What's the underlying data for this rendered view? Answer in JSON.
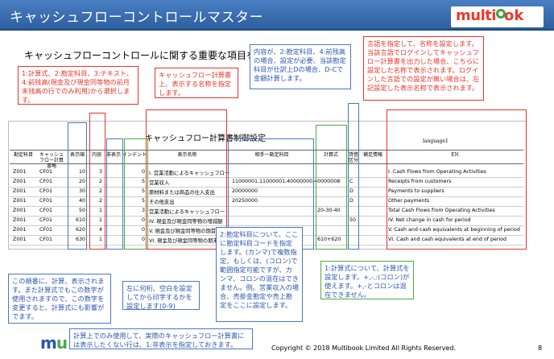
{
  "title": "キャッシュフローコントロールマスター",
  "logo": {
    "left": "multi",
    "right": "ok"
  },
  "heading": "キャッシュフローコントロールに関する重要な項目を説明します。",
  "notes": {
    "n1": "1:計算式、2:勘定科目、3:テキスト、4:前残高(現金及び現金同等物の前月末残高の行でのみ利用)から選択します。",
    "n2": "キャッシュフロー計算書上、表示する名称を指定します。",
    "n3": "内容が、2:勘定科目、4:前残高の場合、設定が必要、当該勘定科目が仕訳上Dの場合、D-Cで金額計算します。",
    "n4": "言語を指定して、名称を設定します。当該言語でログインしてキャッシュフロー計算書を出力した場合、こちらに設定した名称で表示されます。ログインした言語での設定が無い場合は、左記設定した表示名称で表示されます。",
    "n5": "この順番に、計算、表示されます。また計算式でもこの数字が使用されますので、この数字を変更すると、計算式にも影響がでます。",
    "n6": "左に何桁、空白を設定してから印字するかを設定します(0-9)",
    "n7": "2:勘定科目について、ここに勘定科目コードを指定します。(カンマ)で複数指定、もしくは、(コロン)で範囲指定可能ですが、カンマ、コロンの混在はできません。例。営業収入の場合、売掛金勘定や売上勘定をここに設定します。",
    "n8": "1:計算式について、計算式を設定します。+,-,:(コロン)が使えます。+,-とコロンは混在できません。",
    "n9": "計算上でのみ使用して、実際のキャッシュフロー計算書には表示したくない行は、1:非表示を指定しておきます。"
  },
  "sheet": {
    "title": "キャッシュフロー計算書制御設定",
    "lang_label": "language1",
    "headers": [
      "勘定科目",
      "キャッシュフロー計算書略",
      "表示順",
      "内容",
      "非表示",
      "インデント",
      "表示名称",
      "相手一勘定科目",
      "計算式",
      "貸借区分",
      "補足情報",
      "EN"
    ],
    "rows": [
      {
        "c1": "Z001",
        "c2": "CF01",
        "order": "10",
        "type": "3",
        "hide": "",
        "indent": "0",
        "name": "I. 営業活動によるキャッシュフロー",
        "acct": "",
        "formula": "",
        "dc": "",
        "en": "I. Cash Flows from Operating Activities"
      },
      {
        "c1": "Z001",
        "c2": "CF01",
        "order": "20",
        "type": "2",
        "hide": "",
        "indent": "5",
        "name": "営業収入",
        "acct": "11000001,11000001,40000000,40000008",
        "formula": "",
        "dc": "C",
        "en": "Receipts from customers"
      },
      {
        "c1": "Z001",
        "c2": "CF01",
        "order": "30",
        "type": "2",
        "hide": "",
        "indent": "5",
        "name": "原材料または商品の仕入支出",
        "acct": "20000000",
        "formula": "",
        "dc": "D",
        "en": "Payments to suppliers"
      },
      {
        "c1": "Z001",
        "c2": "CF01",
        "order": "40",
        "type": "2",
        "hide": "",
        "indent": "5",
        "name": "その他支出",
        "acct": "20250000",
        "formula": "",
        "dc": "D",
        "en": "Other payments"
      },
      {
        "c1": "Z001",
        "c2": "CF01",
        "order": "50",
        "type": "1",
        "hide": "",
        "indent": "3",
        "name": "営業活動によるキャッシュフロー",
        "acct": "",
        "formula": "20-30-40",
        "dc": "",
        "en": "Total Cash Flows from Operating Activities"
      },
      {
        "c1": "Z001",
        "c2": "CF01",
        "order": "610",
        "type": "1",
        "hide": "",
        "indent": "0",
        "name": "IV. 現金及び現金同等物の増減額",
        "acct": "",
        "formula": "",
        "dc": "50",
        "en": "IV.  Net change in cash for period"
      },
      {
        "c1": "Z001",
        "c2": "CF01",
        "order": "620",
        "type": "4",
        "hide": "",
        "indent": "0",
        "name": "V. 現金及び現金同等物の期首残高",
        "acct": "",
        "formula": "",
        "dc": "",
        "en": "V.  Cash and cash equivalents at beginning of period"
      },
      {
        "c1": "Z001",
        "c2": "CF01",
        "order": "630",
        "type": "1",
        "hide": "",
        "indent": "0",
        "name": "VI. 現金及び現金同等物の期末残高",
        "acct": "",
        "formula": "610+620",
        "dc": "",
        "en": "VI.  Cash and cash equivalents at end of period"
      }
    ]
  },
  "footer": "Copyright © 2018 Multibook Limited All Rights Reserved.",
  "page": "8",
  "mu_logo": {
    "m": "m",
    "u": "u"
  }
}
